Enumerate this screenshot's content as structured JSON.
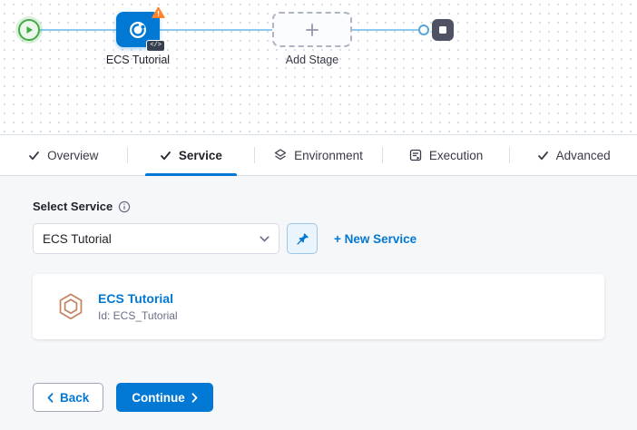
{
  "canvas": {
    "stage_name": "ECS Tutorial",
    "add_stage_label": "Add Stage",
    "code_badge_label": "</>"
  },
  "tabs": [
    {
      "label": "Overview",
      "state": "completed"
    },
    {
      "label": "Service",
      "state": "active"
    },
    {
      "label": "Environment",
      "state": "default"
    },
    {
      "label": "Execution",
      "state": "default"
    },
    {
      "label": "Advanced",
      "state": "completed"
    }
  ],
  "service_form": {
    "label": "Select Service",
    "selected_value": "ECS Tutorial",
    "new_service_link": "+ New Service",
    "card": {
      "title": "ECS Tutorial",
      "id_text": "Id: ECS_Tutorial"
    }
  },
  "footer": {
    "back_label": "Back",
    "continue_label": "Continue"
  },
  "colors": {
    "accent_blue": "#0278d5",
    "warning_orange": "#ff832b",
    "success_green": "#42ab45",
    "end_node_gray": "#4e5262"
  }
}
